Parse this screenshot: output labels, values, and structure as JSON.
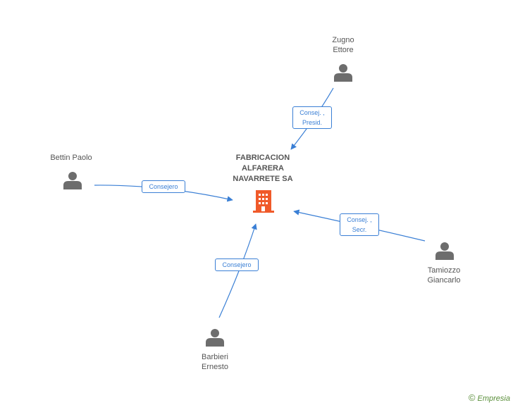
{
  "company": {
    "line1": "FABRICACION",
    "line2": "ALFARERA",
    "line3": "NAVARRETE SA"
  },
  "persons": {
    "zugno": {
      "line1": "Zugno",
      "line2": "Ettore"
    },
    "bettin": {
      "line1": "Bettin Paolo"
    },
    "tamiozzo": {
      "line1": "Tamiozzo",
      "line2": "Giancarlo"
    },
    "barbieri": {
      "line1": "Barbieri",
      "line2": "Ernesto"
    }
  },
  "relations": {
    "zugno": {
      "line1": "Consej. ,",
      "line2": "Presid."
    },
    "bettin": {
      "line1": "Consejero"
    },
    "tamiozzo": {
      "line1": "Consej. ,",
      "line2": "Secr."
    },
    "barbieri": {
      "line1": "Consejero"
    }
  },
  "footer": {
    "copyright": "©",
    "brand": "Empresia"
  },
  "colors": {
    "edge": "#3a7fd5",
    "person_icon": "#6d6d6d",
    "company_icon": "#f05a2a",
    "text": "#555555"
  },
  "icons": {
    "person": "person-icon",
    "company": "building-icon"
  }
}
